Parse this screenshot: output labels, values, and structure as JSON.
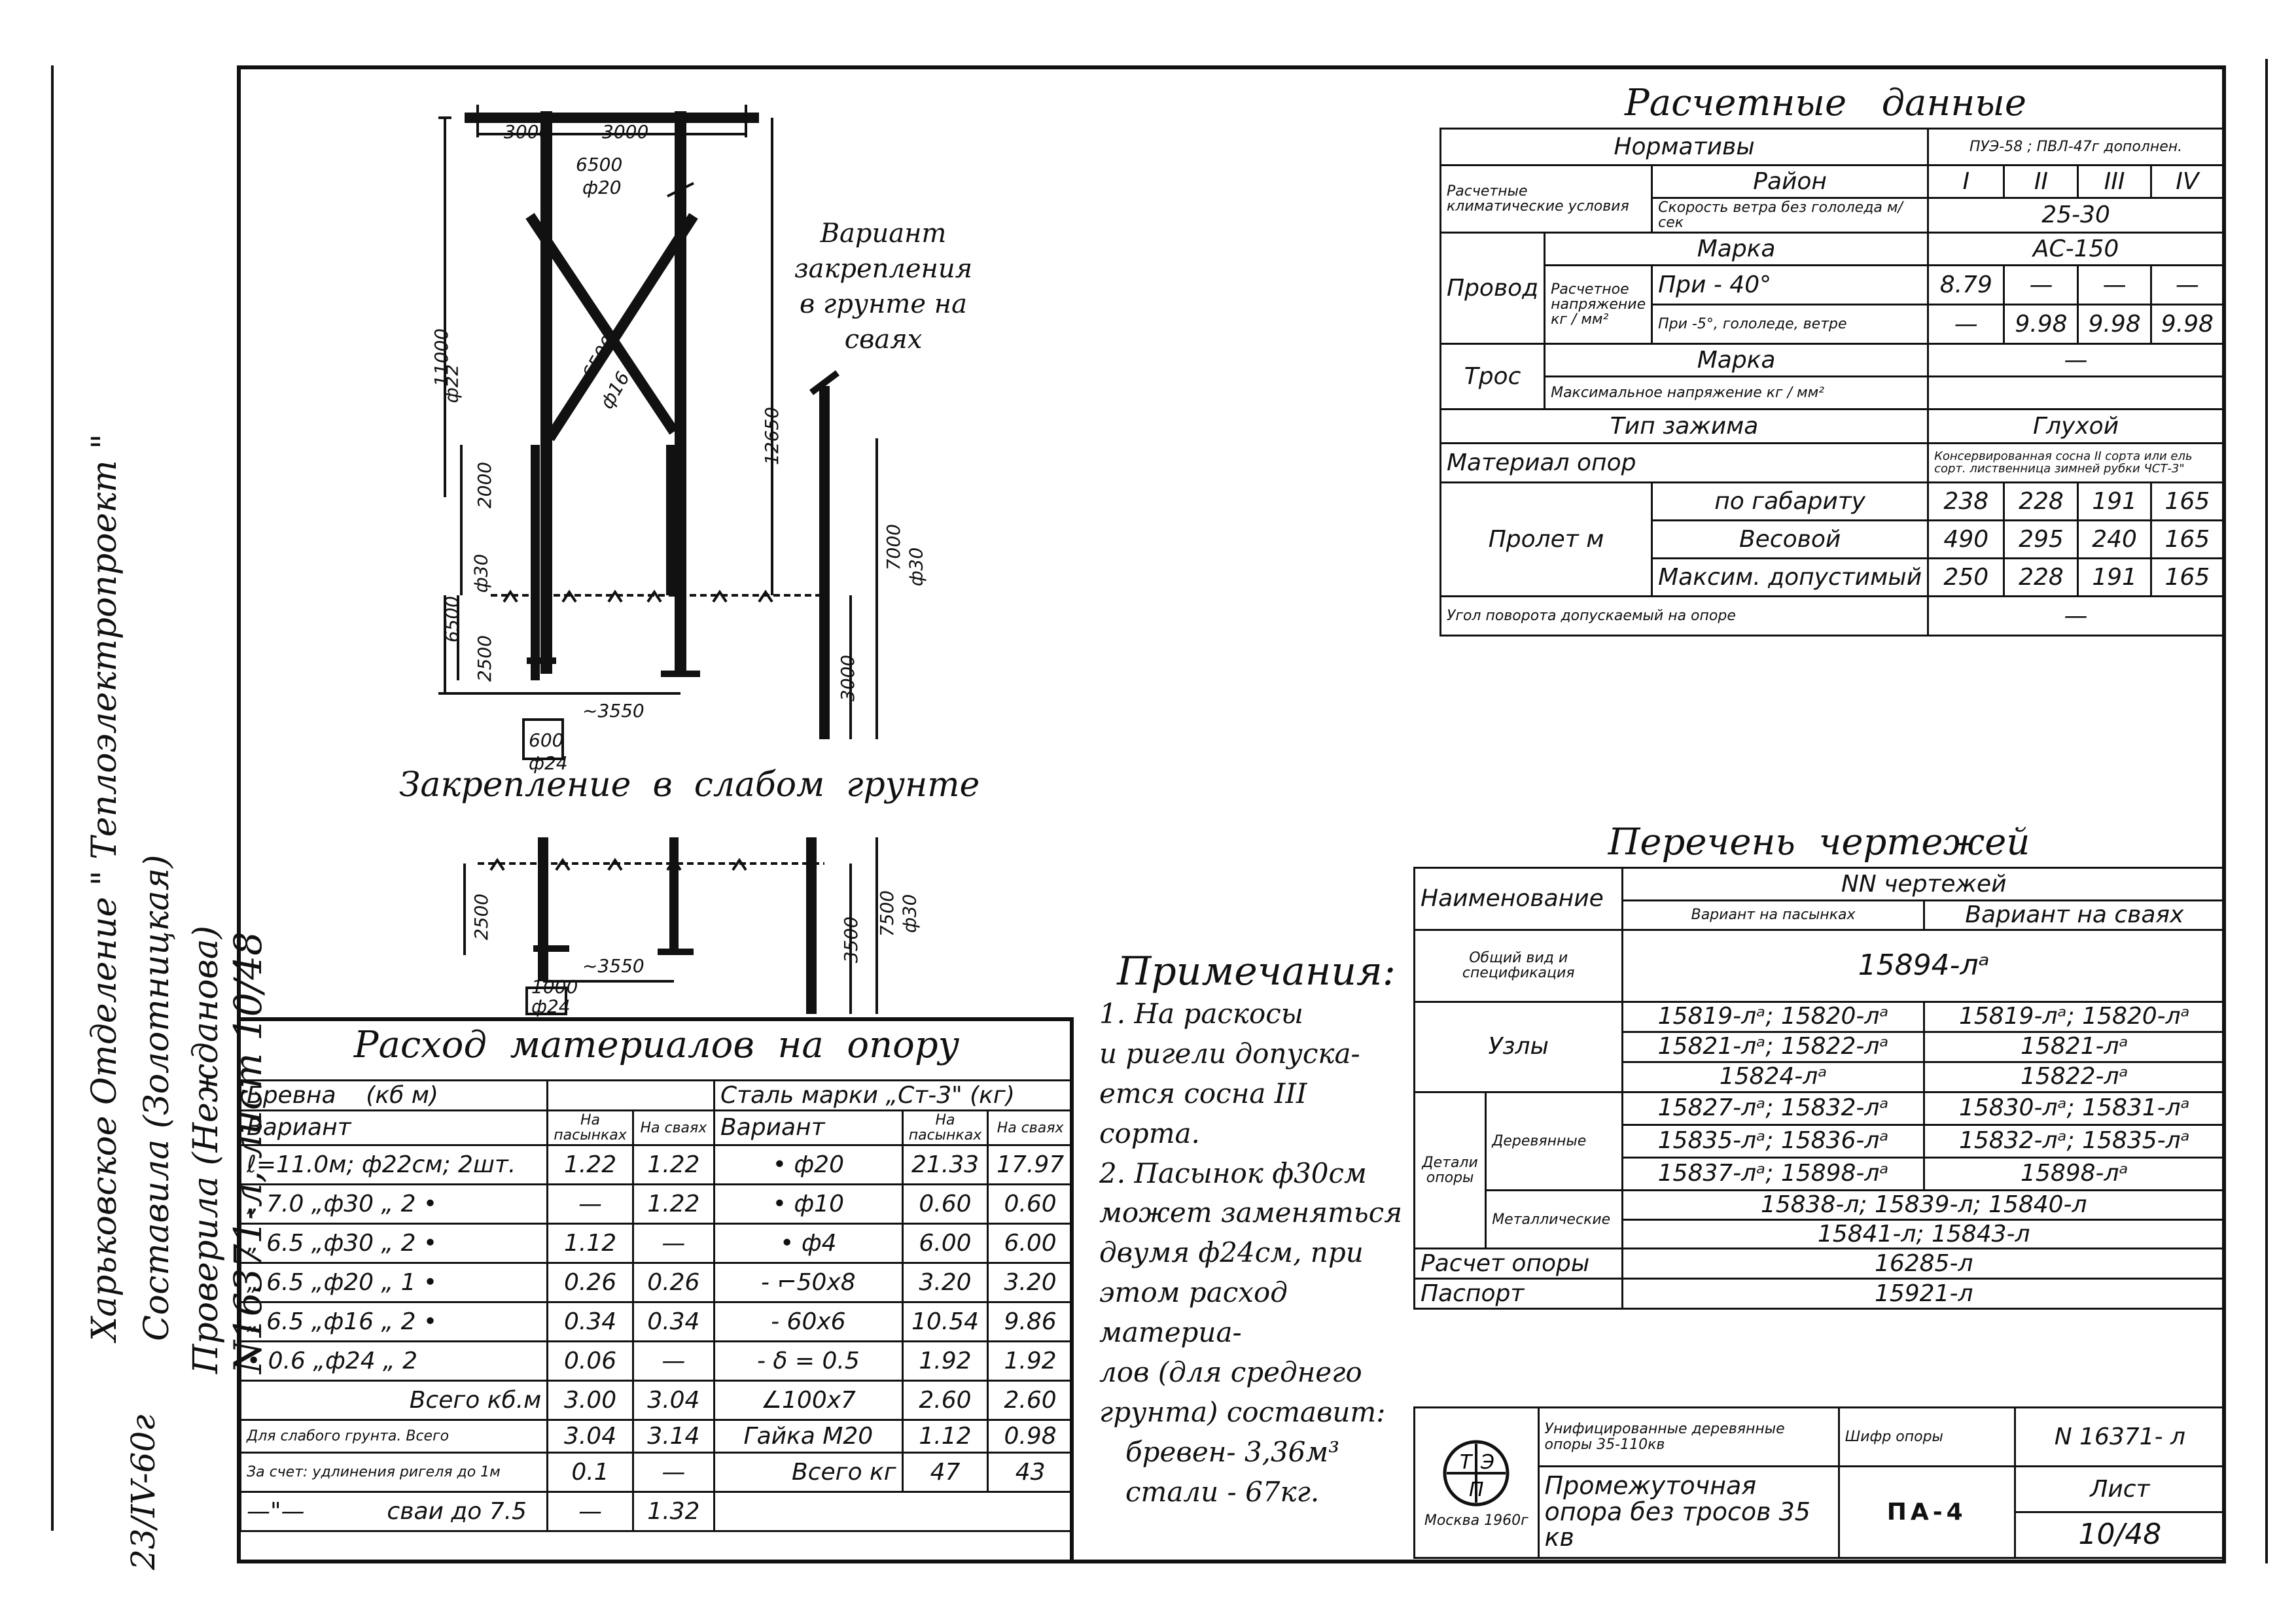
{
  "side": {
    "org_line1": "Харьковское   Отделение   \" Теплоэлектропроект \"",
    "org_line2": "Составила          (Золотницкая)",
    "org_line3": "Проверила          (Нежданова)",
    "org_line4": "N16371-л,  лист 10/48",
    "date": "23/IV-60г"
  },
  "drawing": {
    "labels": {
      "d3000a": "3000",
      "d3000b": "3000",
      "d6500": "6500",
      "phi20": "ф20",
      "d11000": "11000",
      "phi22": "ф22",
      "d6500d": "6500",
      "phi16": "ф16",
      "d2000": "2000",
      "phi30": "ф30",
      "d6500v": "6500",
      "d2500": "2500",
      "d3550": "~3550",
      "d600": "600",
      "phi24": "ф24",
      "d12650": "12650",
      "d7000": "7000",
      "phi30b": "ф30",
      "d3000v": "3000",
      "variant": "Вариант закрепления в грунте на сваях",
      "weak": "Закрепление  в  слабом  грунте",
      "w2500": "2500",
      "w3550": "~3550",
      "w1000": "1000",
      "wphi24": "ф24",
      "w3500": "3500",
      "w7500": "7500",
      "wphi30": "ф30"
    }
  },
  "calc": {
    "title": "Расчетные   данные",
    "norms_label": "Нормативы",
    "norms_value": "ПУЭ-58 ; ПВЛ-47г дополнен.",
    "climate_label": "Расчетные климатические условия",
    "region_label": "Район",
    "regions": [
      "I",
      "II",
      "III",
      "IV"
    ],
    "wind_label": "Скорость ветра без гололеда  м/сек",
    "wind_value": "25-30",
    "wire_label": "Провод",
    "mark_label": "Марка",
    "mark_value": "АС-150",
    "stress_label": "Расчетное напряжение кг / мм²",
    "stress40_label": "При - 40°",
    "stress40": [
      "8.79",
      "—",
      "—",
      "—"
    ],
    "stress5_label": "При -5°, гололеде, ветре",
    "stress5": [
      "—",
      "9.98",
      "9.98",
      "9.98"
    ],
    "cable_label": "Трос",
    "cable_mark_label": "Марка",
    "cable_mark_value": "—",
    "cable_stress_label": "Максимальное напряжение кг / мм²",
    "cable_stress_value": "",
    "clamp_label": "Тип  зажима",
    "clamp_value": "Глухой",
    "material_label": "Материал  опор",
    "material_value": "Консервированная сосна II сорта или ель сорт. лиственница зимней рубки ЧСТ-3\"",
    "span_label": "Пролет м",
    "span_rows": [
      {
        "label": "по габариту",
        "values": [
          "238",
          "228",
          "191",
          "165"
        ]
      },
      {
        "label": "Весовой",
        "values": [
          "490",
          "295",
          "240",
          "165"
        ]
      },
      {
        "label": "Максим. допустимый",
        "values": [
          "250",
          "228",
          "191",
          "165"
        ]
      }
    ],
    "angle_label": "Угол поворота допускаемый на опоре",
    "angle_value": "—"
  },
  "drawings_list": {
    "title": "Перечень  чертежей",
    "name_label": "Наименование",
    "nn_label": "NN чертежей",
    "col1": "Вариант на пасынках",
    "col2": "Вариант на сваях",
    "general_label": "Общий вид и спецификация",
    "general_value": "15894-лᵃ",
    "nodes_label": "Узлы",
    "nodes": [
      [
        "15819-лᵃ; 15820-лᵃ",
        "15819-лᵃ; 15820-лᵃ"
      ],
      [
        "15821-лᵃ; 15822-лᵃ",
        "15821-лᵃ"
      ],
      [
        "15824-лᵃ",
        "15822-лᵃ"
      ]
    ],
    "details_label": "Детали опоры",
    "wood_label": "Деревянные",
    "wood": [
      [
        "15827-лᵃ; 15832-лᵃ",
        "15830-лᵃ; 15831-лᵃ"
      ],
      [
        "15835-лᵃ; 15836-лᵃ",
        "15832-лᵃ; 15835-лᵃ"
      ],
      [
        "15837-лᵃ; 15898-лᵃ",
        "15898-лᵃ"
      ]
    ],
    "metal_label": "Металлические",
    "metal_value1": "15838-л;   15839-л;  15840-л",
    "metal_value2": "15841-л;   15843-л",
    "calc_label": "Расчет опоры",
    "calc_value": "16285-л",
    "passport_label": "Паспорт",
    "passport_value": "15921-л"
  },
  "notes": {
    "title": "Примечания:",
    "lines": [
      "1.  На раскосы",
      "и ригели допуска-",
      "ется сосна III сорта.",
      "2. Пасынок ф30см",
      "может заменяться",
      "двумя ф24см, при",
      "этом расход материа-",
      "лов (для среднего",
      "грунта) составит:",
      "бревен- 3,36м³",
      "стали -  67кг."
    ]
  },
  "materials": {
    "title": "Расход  материалов  на  опору",
    "logs_header": "Бревна    (кб м)",
    "steel_header": "Сталь марки „Ст-3\"  (кг)",
    "variant_label": "Вариант",
    "on_pasynki": "На пасынках",
    "on_svai": "На сваях",
    "rows": [
      {
        "log": "ℓ=11.0м; ф22см; 2шт.",
        "lp": "1.22",
        "ls": "1.22",
        "steel": "• ф20",
        "sp": "21.33",
        "ss": "17.97"
      },
      {
        "log": "„  7.0  „ф30  „  2 •",
        "lp": "—",
        "ls": "1.22",
        "steel": "• ф10",
        "sp": "0.60",
        "ss": "0.60"
      },
      {
        "log": "„  6.5  „ф30  „  2 •",
        "lp": "1.12",
        "ls": "—",
        "steel": "• ф4",
        "sp": "6.00",
        "ss": "6.00"
      },
      {
        "log": "„  6.5  „ф20  „  1 •",
        "lp": "0.26",
        "ls": "0.26",
        "steel": "- ⌐50х8",
        "sp": "3.20",
        "ss": "3.20"
      },
      {
        "log": "„  6.5  „ф16  „  2 •",
        "lp": "0.34",
        "ls": "0.34",
        "steel": "- 60х6",
        "sp": "10.54",
        "ss": "9.86"
      },
      {
        "log": "•  0.6  „ф24  „  2",
        "lp": "0.06",
        "ls": "—",
        "steel": "- δ = 0.5",
        "sp": "1.92",
        "ss": "1.92"
      }
    ],
    "total_label": "Всего  кб.м",
    "total_p": "3.00",
    "total_s": "3.04",
    "steel_r7": "∠100х7",
    "sp7": "2.60",
    "ss7": "2.60",
    "weak_label": "Для слабого грунта. Всего",
    "weak_p": "3.04",
    "weak_s": "3.14",
    "steel_r8": "Гайка М20",
    "sp8": "1.12",
    "ss8": "0.98",
    "account_label": "За счет: удлинения ригеля до 1м",
    "acc_p": "0.1",
    "acc_s": "—",
    "steel_total_label": "Всего кг",
    "steel_total_p": "47",
    "steel_total_s": "43",
    "svai_label": "—\"—           сваи до 7.5",
    "svai_p": "—",
    "svai_s": "1.32"
  },
  "stamp": {
    "logo_letters": [
      "Т",
      "Э",
      "П"
    ],
    "city": "Москва 1960г",
    "series": "Унифицированные деревянные опоры 35-110кв",
    "cipher_label": "Шифр опоры",
    "number": "N 16371- л",
    "name": "Промежуточная опора без тросов 35 кв",
    "code": "ПА-4",
    "sheet_label": "Лист",
    "sheet": "10/48"
  }
}
